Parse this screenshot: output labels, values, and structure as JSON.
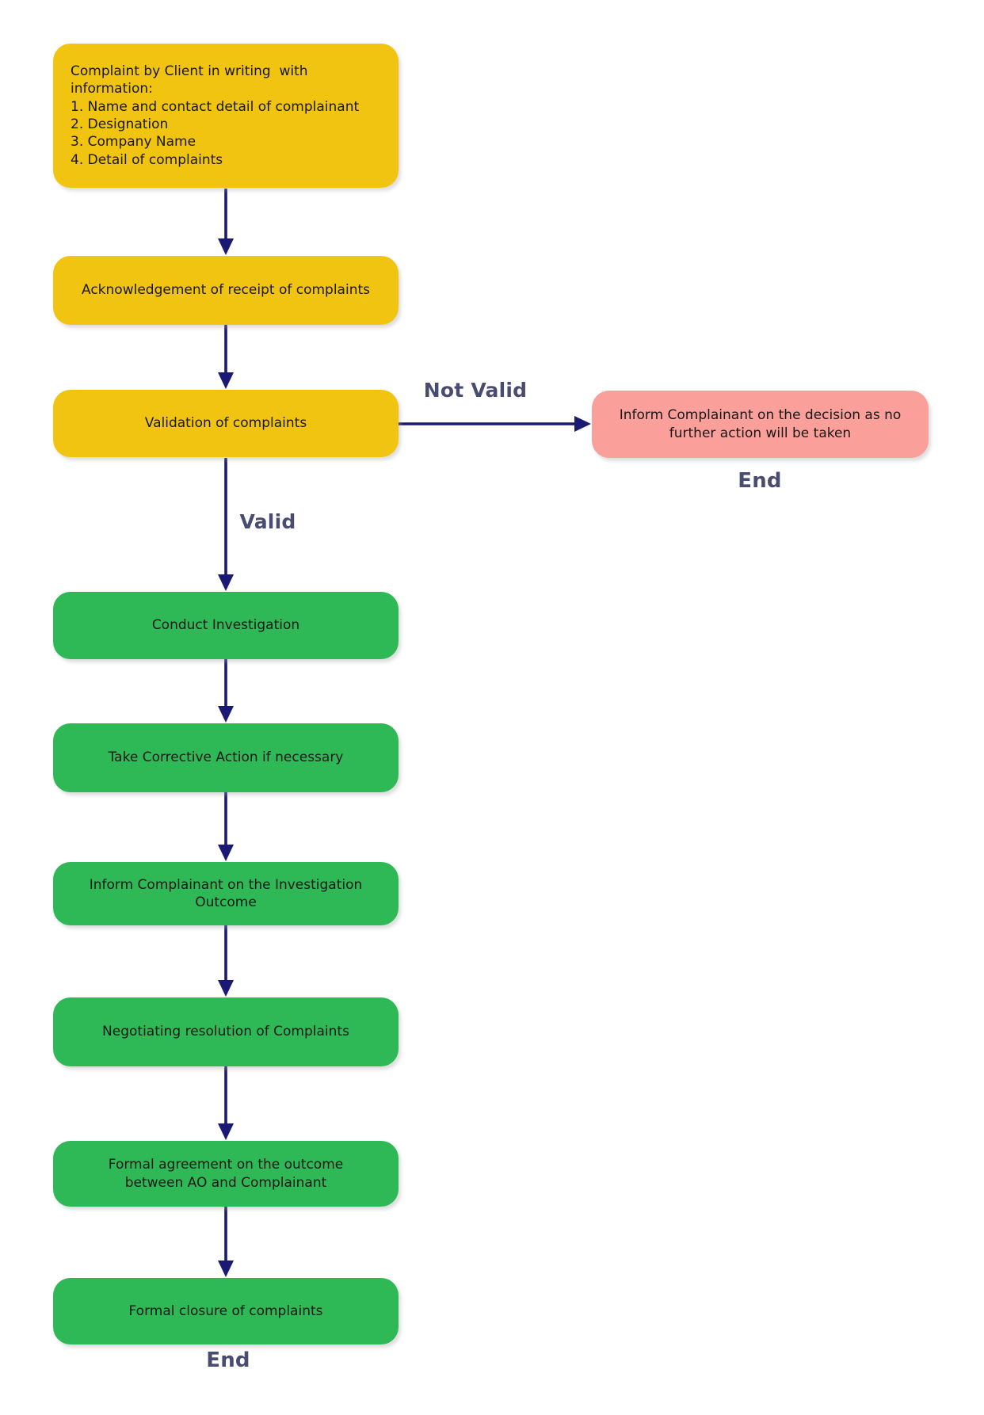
{
  "flowchart": {
    "nodes": [
      {
        "id": "complaint-intake",
        "label": "Complaint by Client in writing  with\ninformation:\n1. Name and contact detail of complainant\n2. Designation\n3. Company Name\n4. Detail of complaints",
        "color": "#F2C412"
      },
      {
        "id": "acknowledgement",
        "label": "Acknowledgement of receipt of complaints",
        "color": "#F2C412"
      },
      {
        "id": "validation",
        "label": "Validation of complaints",
        "color": "#F2C412"
      },
      {
        "id": "inform-decision",
        "label": "Inform Complainant on the decision as no\nfurther action will be taken",
        "color": "#FB9F9B"
      },
      {
        "id": "conduct-investigation",
        "label": "Conduct Investigation",
        "color": "#2FB956"
      },
      {
        "id": "corrective-action",
        "label": "Take Corrective Action if necessary",
        "color": "#2FB956"
      },
      {
        "id": "inform-outcome",
        "label": "Inform Complainant on the Investigation\nOutcome",
        "color": "#2FB956"
      },
      {
        "id": "negotiate-resolution",
        "label": "Negotiating resolution of Complaints",
        "color": "#2FB956"
      },
      {
        "id": "formal-agreement",
        "label": "Formal agreement on the outcome\nbetween AO and Complainant",
        "color": "#2FB956"
      },
      {
        "id": "formal-closure",
        "label": "Formal closure of complaints",
        "color": "#2FB956"
      }
    ],
    "edge_labels": {
      "not_valid": "Not Valid",
      "valid": "Valid"
    },
    "end_label_right": "End",
    "end_label_bottom": "End",
    "colors": {
      "yellow_step": "#F2C412",
      "green_step": "#2FB956",
      "pink_end_step": "#FB9F9B",
      "arrow": "#1A1A75",
      "edge_label_text": "#474C70"
    }
  }
}
